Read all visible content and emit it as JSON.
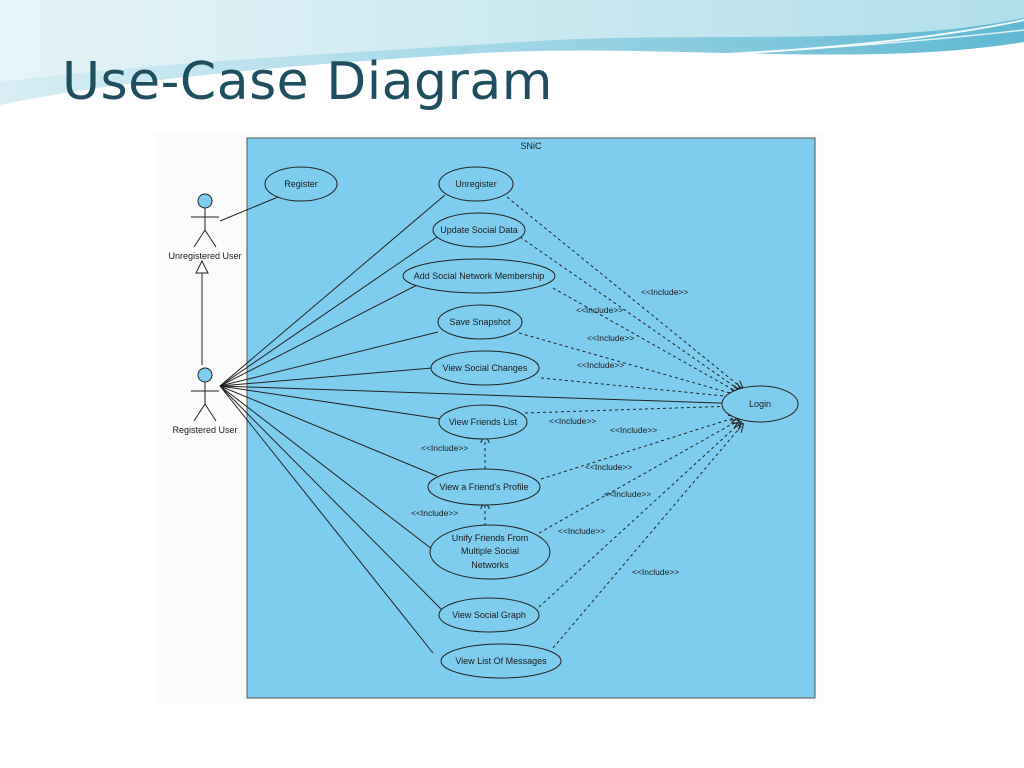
{
  "slide": {
    "title": "Use-Case Diagram"
  },
  "diagram": {
    "system_name": "SNiC",
    "actors": {
      "unregistered": "Unregistered User",
      "registered": "Registered User"
    },
    "use_cases": {
      "register": "Register",
      "unregister": "Unregister",
      "update_social_data": "Update Social Data",
      "add_membership": "Add Social Network Membership",
      "save_snapshot": "Save Snapshot",
      "view_social_changes": "View Social Changes",
      "view_friends_list": "View Friends List",
      "view_friend_profile": "View a Friend's Profile",
      "unify_friends": [
        "Unify Friends From",
        "Multiple Social",
        "Networks"
      ],
      "view_social_graph": "View Social Graph",
      "view_messages": "View List Of Messages",
      "login": "Login"
    },
    "include_label": "<<Include>>"
  },
  "colors": {
    "system_fill": "#7fcdee",
    "system_border": "#555555",
    "accent": "#1f4e5f"
  }
}
